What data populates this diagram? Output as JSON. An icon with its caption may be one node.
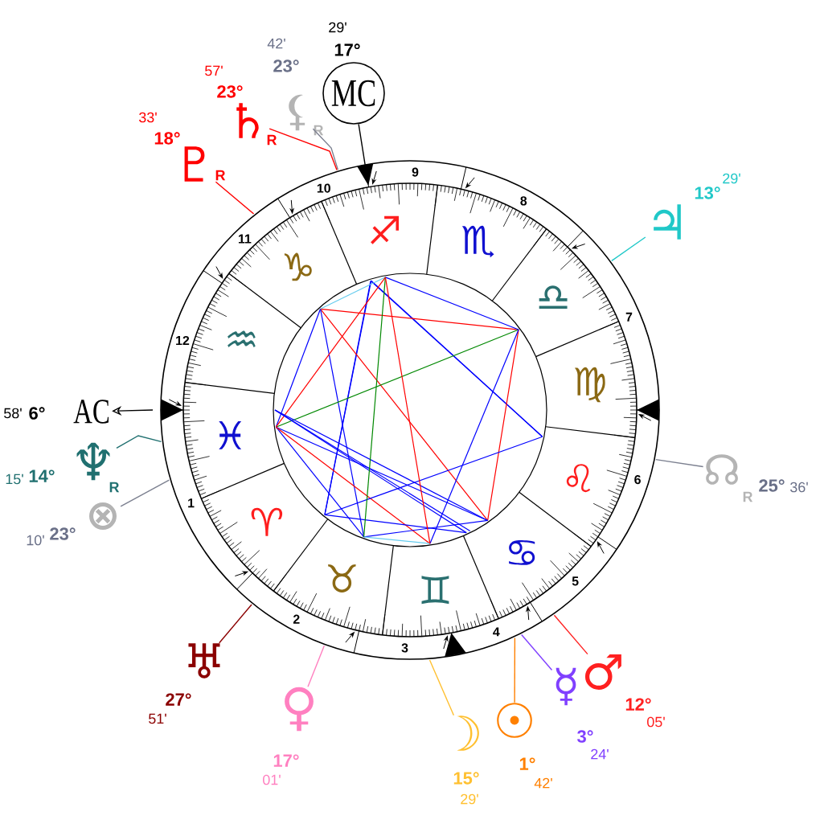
{
  "diagram": {
    "nodes": [
      {
        "text": [
          "29'",
          "17°",
          "MC"
        ]
      },
      {
        "text": [
          "42'",
          "23°",
          "⚸",
          "R"
        ]
      },
      {
        "text": [
          "57'",
          "23°",
          "♄",
          "R"
        ]
      },
      {
        "text": [
          "33'",
          "18°",
          "♇",
          "R"
        ]
      },
      {
        "text": [
          "♃",
          "13°",
          "29'"
        ]
      },
      {
        "text": [
          "58'",
          "6°",
          "AC"
        ]
      },
      {
        "text": [
          "15'",
          "14°",
          "♆",
          "R"
        ]
      },
      {
        "text": [
          "⊗",
          "23°",
          "10'"
        ]
      },
      {
        "text": [
          "☊",
          "25°",
          "36'",
          "R"
        ]
      },
      {
        "text": [
          "♂",
          "12°",
          "05'"
        ]
      },
      {
        "text": [
          "☿",
          "3°",
          "24'"
        ]
      },
      {
        "text": [
          "♅",
          "27°",
          "51'"
        ]
      },
      {
        "text": [
          "☉",
          "1°",
          "42'"
        ]
      },
      {
        "text": [
          "♀",
          "17°",
          "01'"
        ]
      },
      {
        "text": [
          "☽",
          "15°",
          "29'"
        ]
      }
    ],
    "edges": [
      {
        "from": 0,
        "to": null,
        "arrow": "to",
        "color": "#000000"
      },
      {
        "from": null,
        "to": 5,
        "arrow": "to",
        "color": "#000000"
      },
      {
        "from": 1,
        "to": null,
        "arrow": "none",
        "color": "#7c8090"
      },
      {
        "from": 2,
        "to": null,
        "arrow": "none",
        "color": "#ff0000"
      },
      {
        "from": 3,
        "to": null,
        "arrow": "none",
        "color": "#ff0000"
      },
      {
        "from": 4,
        "to": null,
        "arrow": "none",
        "color": "#20c8c8"
      },
      {
        "from": 6,
        "to": null,
        "arrow": "none",
        "color": "#207070"
      },
      {
        "from": 7,
        "to": null,
        "arrow": "none",
        "color": "#7c8090"
      },
      {
        "from": 8,
        "to": null,
        "arrow": "none",
        "color": "#7c8090"
      },
      {
        "from": 9,
        "to": null,
        "arrow": "none",
        "color": "#ff2020"
      },
      {
        "from": 10,
        "to": null,
        "arrow": "none",
        "color": "#8040ff"
      },
      {
        "from": 11,
        "to": null,
        "arrow": "none",
        "color": "#8b0000"
      },
      {
        "from": 12,
        "to": null,
        "arrow": "none",
        "color": "#ff8000"
      },
      {
        "from": 13,
        "to": null,
        "arrow": "none",
        "color": "#ff80c0"
      },
      {
        "from": 14,
        "to": null,
        "arrow": "none",
        "color": "#ffc030"
      }
    ],
    "labels": [
      "♈",
      "♉",
      "♊",
      "♋",
      "♌",
      "♍",
      "♎",
      "♏",
      "♐",
      "♑",
      "♒",
      "♓",
      "1",
      "2",
      "3",
      "4",
      "5",
      "6",
      "7",
      "8",
      "9",
      "10",
      "11",
      "12"
    ]
  }
}
